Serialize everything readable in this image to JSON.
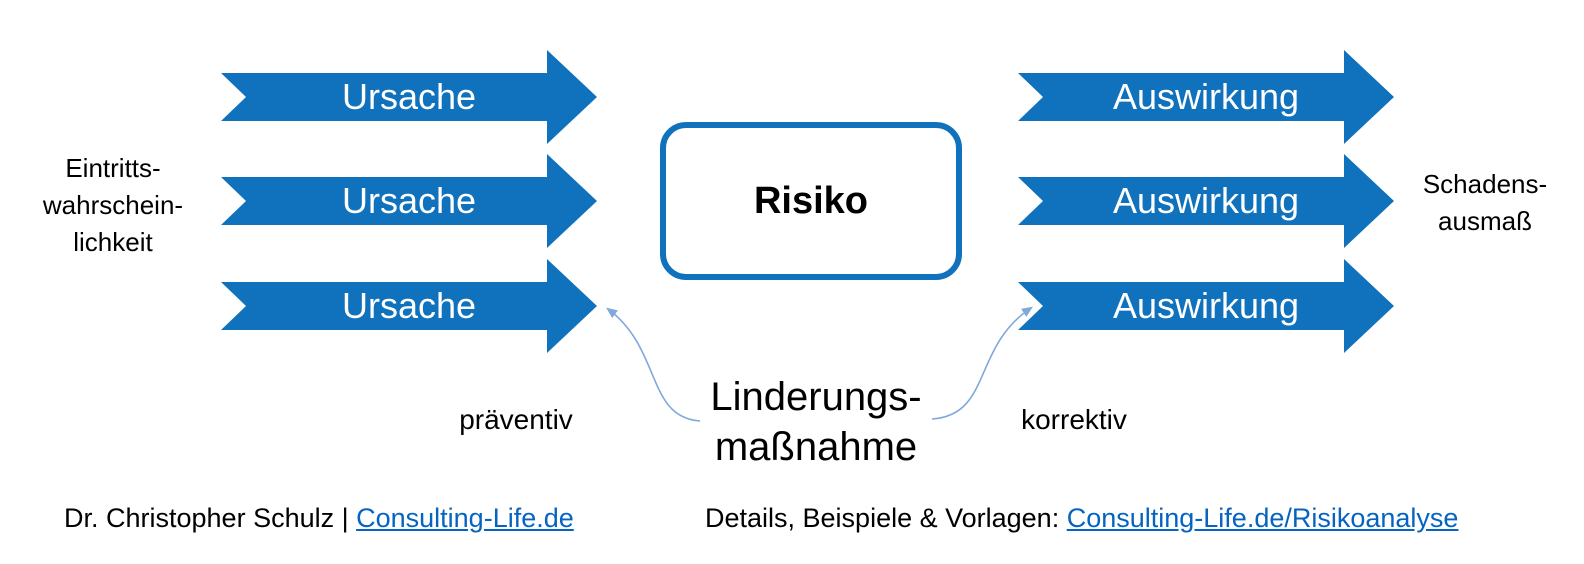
{
  "diagram": {
    "left_label": "Eintritts-\nwahrschein-\nlichkeit",
    "right_label": "Schadens-\nausmaß",
    "causes": [
      "Ursache",
      "Ursache",
      "Ursache"
    ],
    "effects": [
      "Auswirkung",
      "Auswirkung",
      "Auswirkung"
    ],
    "risk_label": "Risiko",
    "mitigation_label": "Linderungs-\nmaßnahme",
    "preventive_label": "präventiv",
    "corrective_label": "korrektiv"
  },
  "colors": {
    "arrow_blue": "#1072BC",
    "connector_blue": "#7FA8DB",
    "link_blue": "#0563C1"
  },
  "footer": {
    "left_text": "Dr. Christopher Schulz | ",
    "left_link": "Consulting-Life.de",
    "right_text": "Details, Beispiele & Vorlagen: ",
    "right_link": "Consulting-Life.de/Risikoanalyse"
  }
}
